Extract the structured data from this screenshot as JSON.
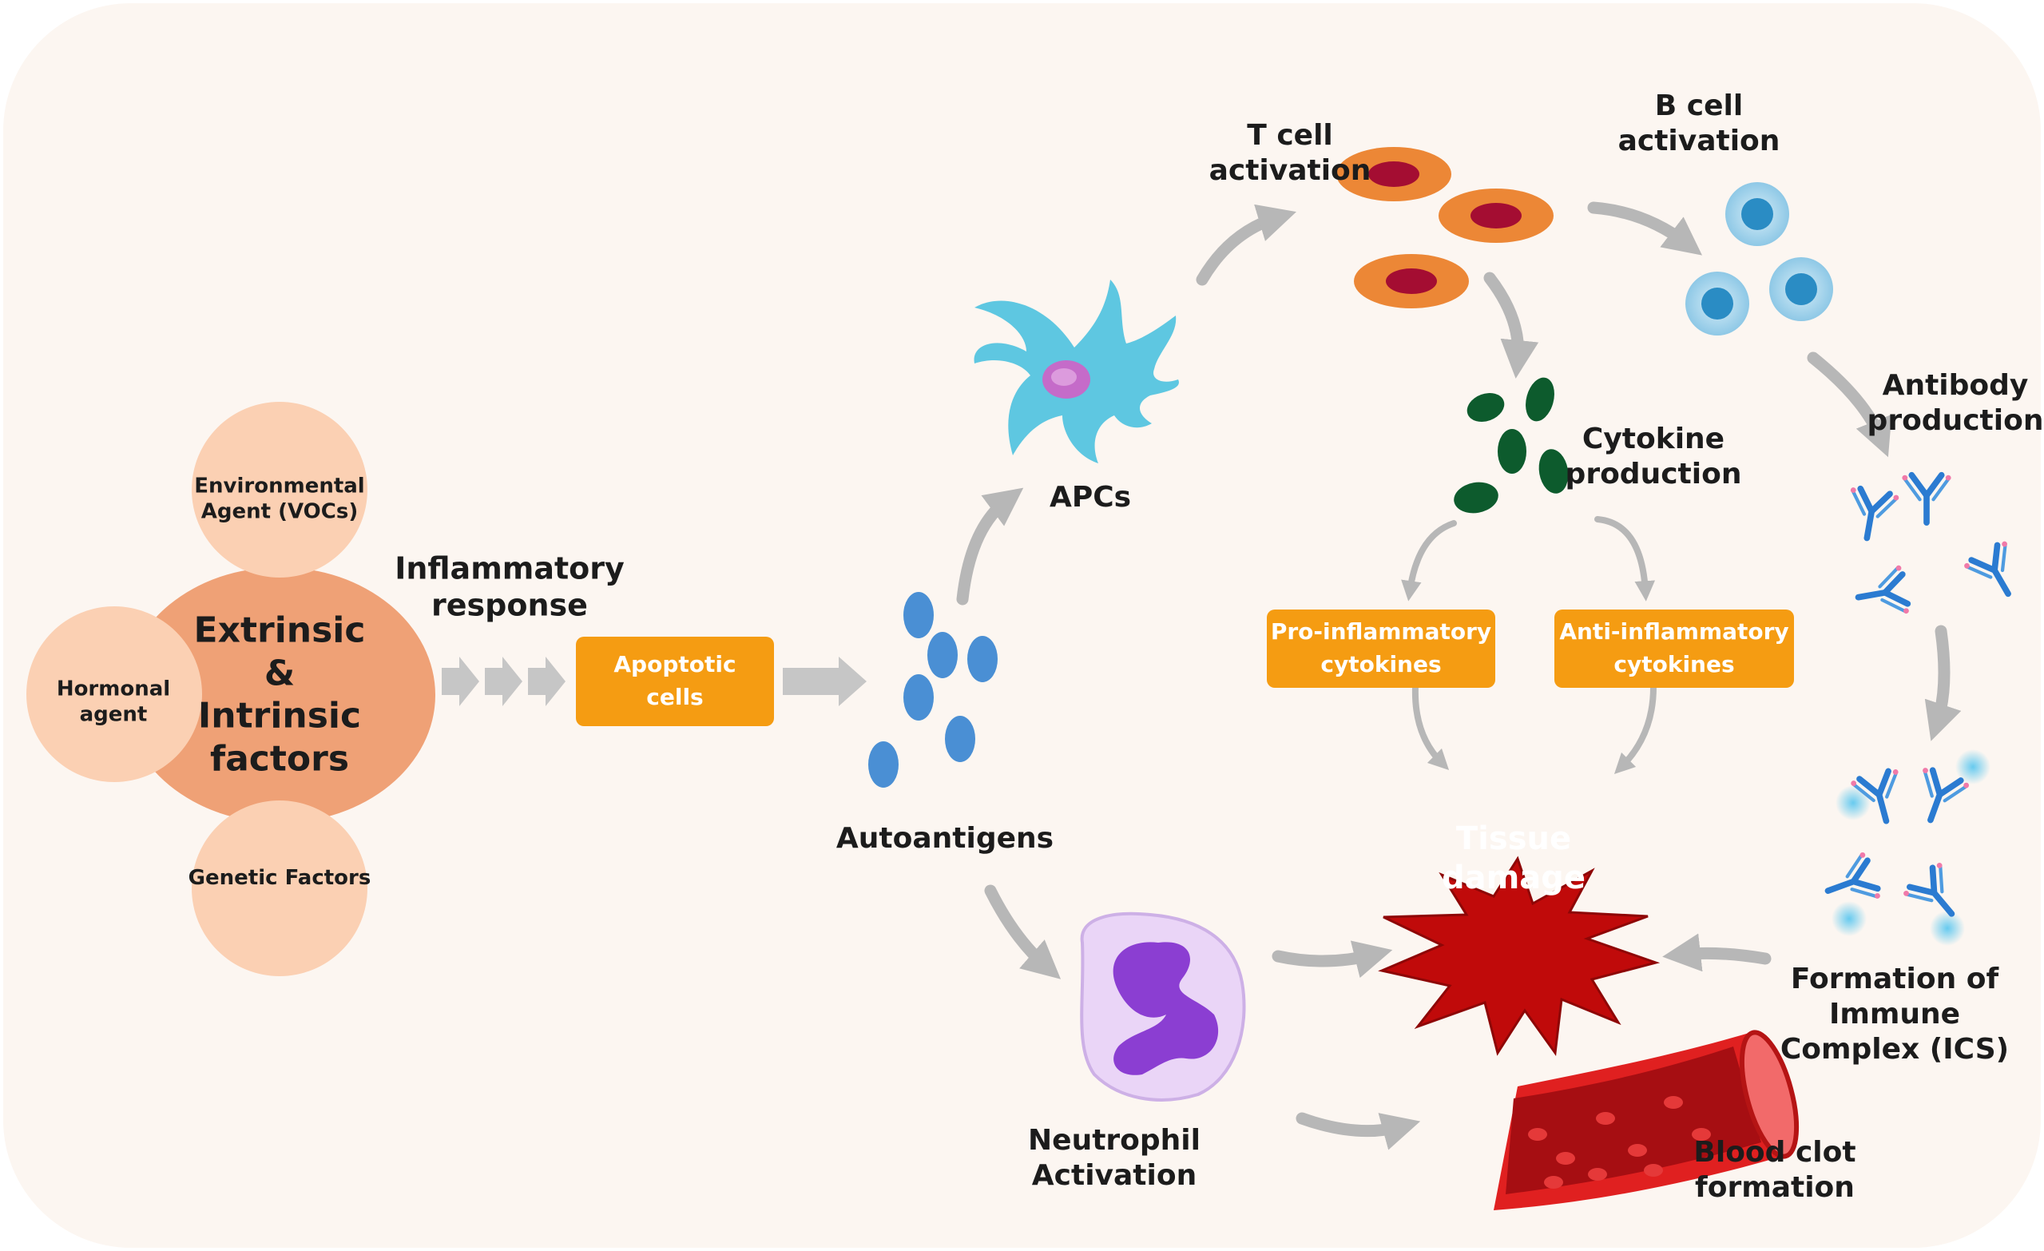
{
  "colors": {
    "background": "#fcf6f1",
    "factor_circle": "#fbd0b3",
    "center_circle": "#efa176",
    "box": "#f59c12",
    "arrow": "#b7b7b7",
    "tcell_ring": "#ec8736",
    "tcell_core": "#a40d32",
    "bcell": "#9dd0ea",
    "cytokine": "#0d5b2d",
    "autoantigen": "#4a8fd4",
    "apc": "#5ec7e1",
    "antibody": "#2b7bd1",
    "neutrophil": "#8b3ed2",
    "tissue_star": "#c00a0a",
    "blood_vessel": "#d51818"
  },
  "factors": {
    "center": {
      "line1": "Extrinsic",
      "line2": "&",
      "line3": "Intrinsic",
      "line4": "factors"
    },
    "environmental": {
      "line1": "Environmental",
      "line2": "Agent (VOCs)"
    },
    "hormonal": {
      "line1": "Hormonal",
      "line2": "agent"
    },
    "genetic": {
      "line1": "Genetic Factors"
    }
  },
  "labels": {
    "inflammatory": {
      "line1": "Inflammatory",
      "line2": "response"
    },
    "apoptotic": {
      "line1": "Apoptotic",
      "line2": "cells"
    },
    "autoantigens": "Autoantigens",
    "apcs": "APCs",
    "tcell": {
      "line1": "T cell",
      "line2": "activation"
    },
    "bcell": {
      "line1": "B cell",
      "line2": "activation"
    },
    "cytokine": {
      "line1": "Cytokine",
      "line2": "production"
    },
    "pro": {
      "line1": "Pro-inflammatory",
      "line2": "cytokines"
    },
    "anti": {
      "line1": "Anti-inflammatory",
      "line2": "cytokines"
    },
    "antibody": {
      "line1": "Antibody",
      "line2": "production"
    },
    "tissue": {
      "line1": "Tissue",
      "line2": "damage"
    },
    "immune": {
      "line1": "Formation of",
      "line2": "Immune",
      "line3": "Complex (ICS)"
    },
    "neutrophil": {
      "line1": "Neutrophil",
      "line2": "Activation"
    },
    "blood": {
      "line1": "Blood clot",
      "line2": "formation"
    }
  }
}
